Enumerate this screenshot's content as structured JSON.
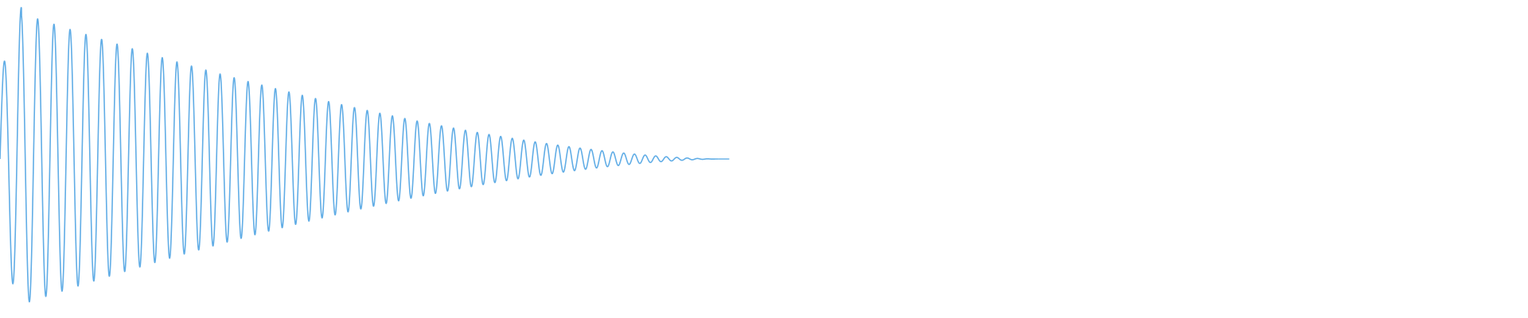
{
  "waveform": {
    "color": "#61ade6",
    "background": "#ffffff",
    "peak_amplitude": 0.98,
    "cycles": 45,
    "decay_fraction": 0.47
  }
}
